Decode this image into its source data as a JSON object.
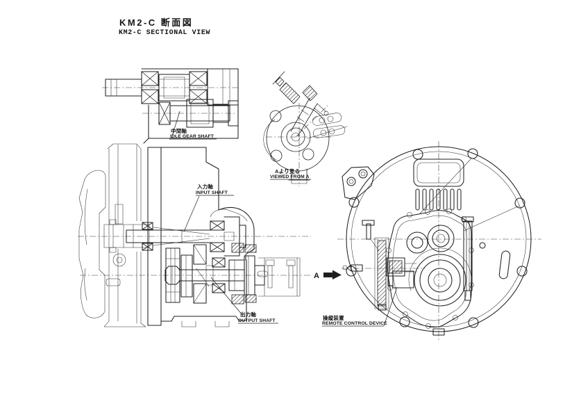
{
  "page": {
    "background": "#ffffff",
    "ink": "#1f1f1f"
  },
  "title": {
    "jp": "KM2-C 断面図",
    "en": "KM2-C SECTIONAL VIEW"
  },
  "labels": {
    "idle_gear_shaft": {
      "jp": "中間軸",
      "en": "IDLE GEAR SHAFT"
    },
    "input_shaft": {
      "jp": "入力軸",
      "en": "INPUT SHAFT"
    },
    "output_shaft": {
      "jp": "出力軸",
      "en": "OUTPUT SHAFT"
    },
    "viewed_from_a": {
      "jp": "Aより見る",
      "en": "VIEWED FROM A"
    },
    "remote_control_device": {
      "jp": "操縦装置",
      "en": "REMOTE CONTROL DEVICE"
    },
    "section_arrow": {
      "letter": "A"
    }
  }
}
